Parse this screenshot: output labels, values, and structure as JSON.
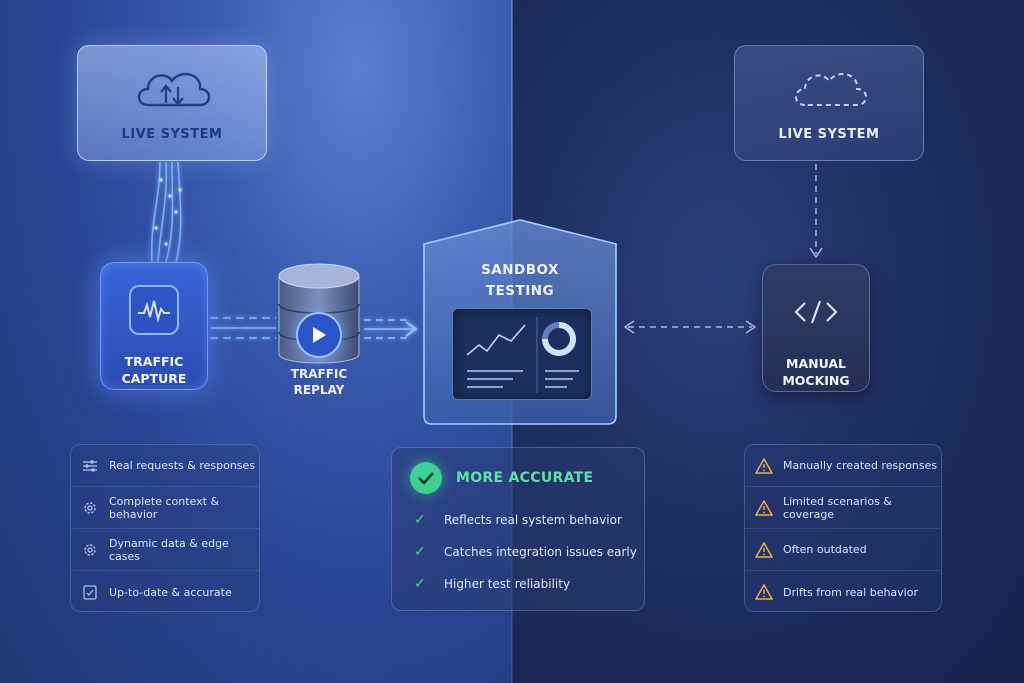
{
  "left": {
    "live_system": {
      "label": "LIVE SYSTEM",
      "icon": "cloud-updown-icon"
    },
    "capture": {
      "label": "TRAFFIC\nCAPTURE",
      "icon": "waveform-icon"
    },
    "replay": {
      "label": "TRAFFIC\nREPLAY",
      "icon": "play-icon"
    },
    "features": [
      {
        "text": "Real requests & responses",
        "icon": "sliders-icon"
      },
      {
        "text": "Complete context & behavior",
        "icon": "gear-icon"
      },
      {
        "text": "Dynamic data & edge cases",
        "icon": "gear-icon"
      },
      {
        "text": "Up-to-date & accurate",
        "icon": "clipboard-check-icon"
      }
    ]
  },
  "center": {
    "sandbox": {
      "label": "SANDBOX\nTESTING"
    },
    "accurate": {
      "title": "MORE ACCURATE",
      "items": [
        "Reflects real system behavior",
        "Catches integration issues early",
        "Higher test reliability"
      ]
    }
  },
  "right": {
    "live_system": {
      "label": "LIVE SYSTEM",
      "icon": "cloud-dashed-icon"
    },
    "mocking": {
      "label": "MANUAL\nMOCKING",
      "icon": "code-icon"
    },
    "features": [
      {
        "text": "Manually created responses",
        "icon": "warning-icon"
      },
      {
        "text": "Limited scenarios & coverage",
        "icon": "warning-icon"
      },
      {
        "text": "Often outdated",
        "icon": "warning-icon"
      },
      {
        "text": "Drifts from real behavior",
        "icon": "warning-icon"
      }
    ]
  },
  "colors": {
    "accent_blue": "#4f86ff",
    "success_green": "#3ecf93",
    "warning_amber": "#e7b04a"
  }
}
